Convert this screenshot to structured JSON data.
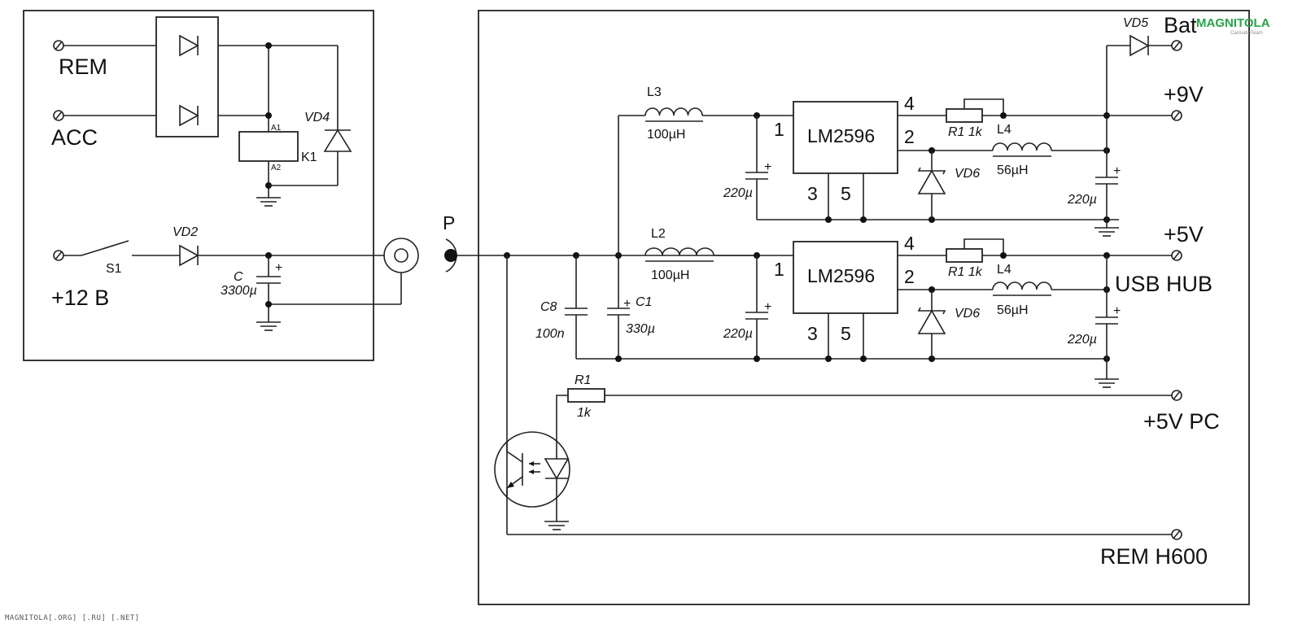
{
  "left_box": {
    "terminals": {
      "rem": "REM",
      "acc": "ACC",
      "plus12": "+12 В"
    },
    "relay": {
      "name": "K1",
      "pin_a1": "A1",
      "pin_a2": "A2"
    },
    "vd4": "VD4",
    "s1": "S1",
    "vd2": "VD2",
    "cap": {
      "name": "C",
      "value": "3300µ",
      "plus": "+"
    }
  },
  "connector": {
    "label": "P"
  },
  "right_box": {
    "outputs": {
      "bat": "Bat",
      "v9": "+9V",
      "v5": "+5V",
      "usb_hub": "USB HUB",
      "v5pc": "+5V PC",
      "rem_h600": "REM H600"
    },
    "vd5": "VD5",
    "reg_top": {
      "chip": "LM2596",
      "pin1": "1",
      "pin2": "2",
      "pin3": "3",
      "pin4": "4",
      "pin5": "5",
      "inductor_in": {
        "name": "L3",
        "value": "100µH"
      },
      "cap_in": "220µ",
      "r": "R1 1k",
      "inductor_out": {
        "name": "L4",
        "value": "56µH"
      },
      "diode": "VD6",
      "cap_out": "220µ"
    },
    "reg_bottom": {
      "chip": "LM2596",
      "pin1": "1",
      "pin2": "2",
      "pin3": "3",
      "pin4": "4",
      "pin5": "5",
      "inductor_in": {
        "name": "L2",
        "value": "100µH"
      },
      "cap_in": "220µ",
      "r": "R1 1k",
      "inductor_out": {
        "name": "L4",
        "value": "56µH"
      },
      "diode": "VD6",
      "cap_out": "220µ"
    },
    "c8": {
      "name": "C8",
      "value": "100n"
    },
    "c1": {
      "name": "C1",
      "value": "330µ"
    },
    "r1": {
      "name": "R1",
      "value": "1k"
    },
    "plus": "+"
  },
  "watermark": {
    "brand": "MAGNITOLA",
    "sub": "CarAudioTeam"
  },
  "footer": "MAGNITOLA[.ORG] [.RU] [.NET]"
}
